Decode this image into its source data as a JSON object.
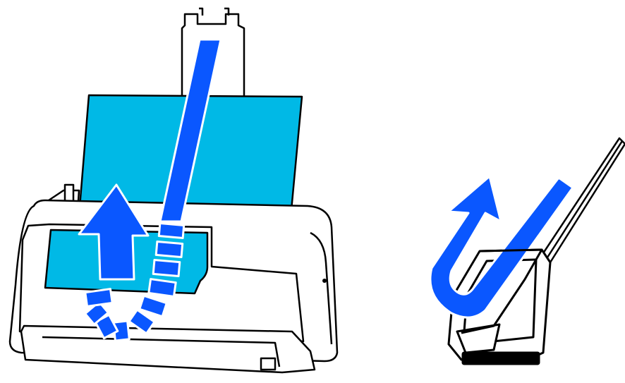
{
  "colors": {
    "paper": "#00b9e6",
    "arrow": "#0a57ff",
    "outline": "#000000",
    "body": "#ffffff"
  },
  "illustrations": {
    "front_view": {
      "device": "document-scanner",
      "paper_direction": "up",
      "icon": "feed-up-arrow-icon"
    },
    "side_view": {
      "device": "scanner-side-profile",
      "paper_path": "u-turn",
      "icon": "u-turn-arrow-icon"
    }
  }
}
